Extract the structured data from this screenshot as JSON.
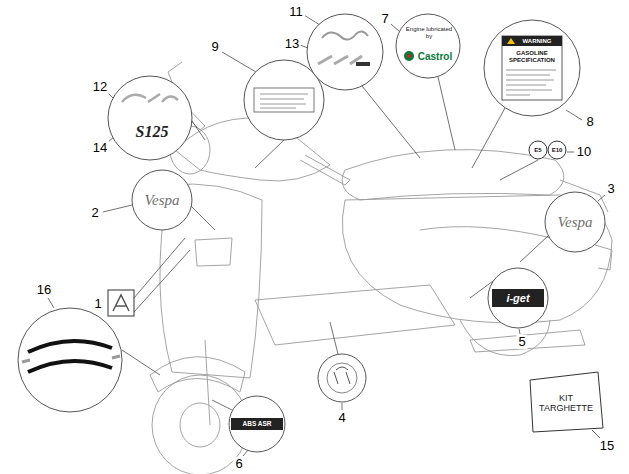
{
  "diagram": {
    "labels": [
      "1",
      "2",
      "3",
      "4",
      "5",
      "6",
      "7",
      "8",
      "9",
      "10",
      "11",
      "12",
      "13",
      "14",
      "15",
      "16",
      "Engine lubricated by",
      "Castrol",
      "WARNING",
      "GASOLINE SPECIFICATION",
      "E5",
      "E10",
      "S125",
      "Vespa",
      "Vespa",
      "i-get",
      "ABS ASR",
      "KIT TARGHETTE"
    ]
  }
}
